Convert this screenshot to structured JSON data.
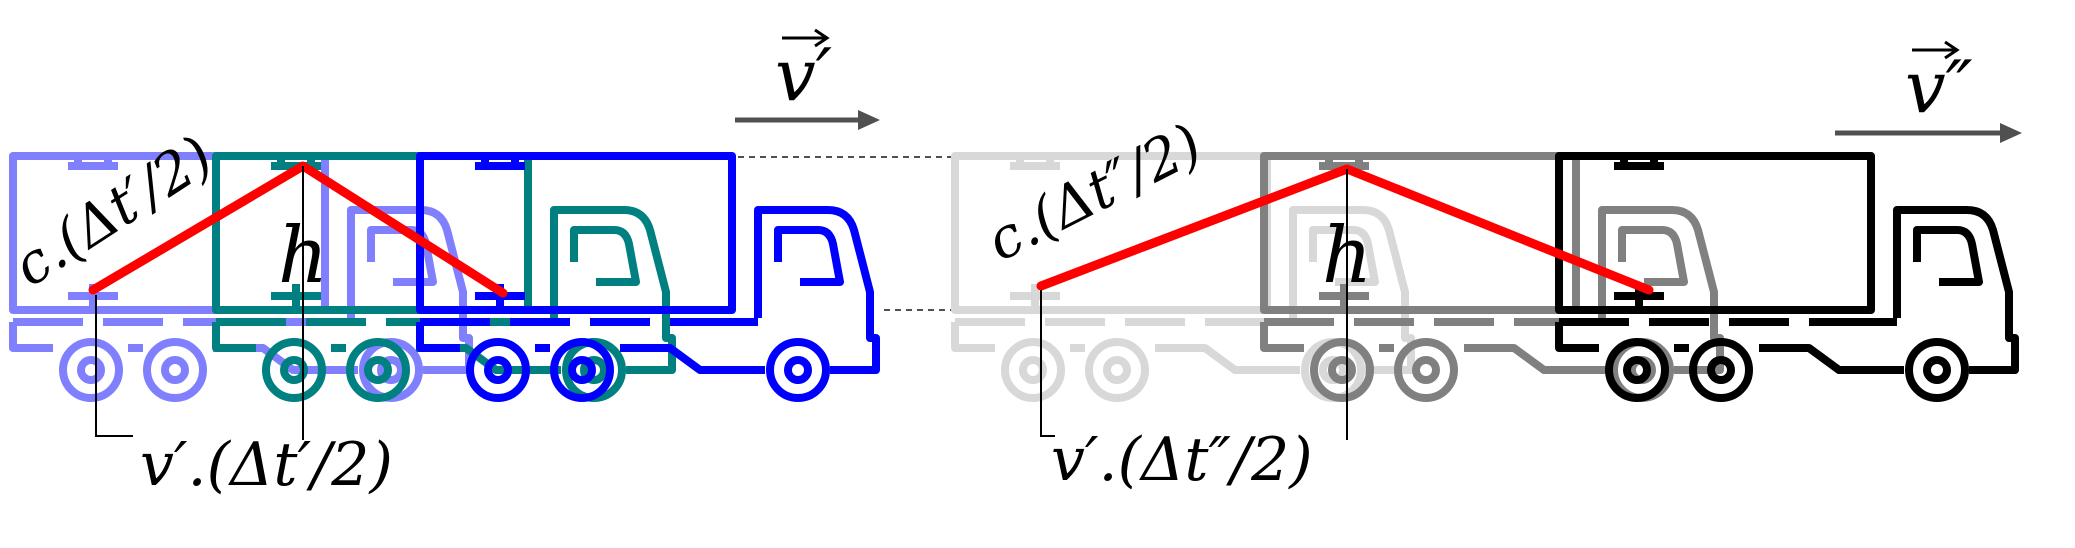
{
  "colors": {
    "beam": "#ff0000",
    "left_trucks": [
      "#8080ff",
      "#008080",
      "#0000ff"
    ],
    "right_trucks": [
      "#d8d8d8",
      "#808080",
      "#000000"
    ],
    "arrow": "#505050"
  },
  "left_scene": {
    "velocity_label": "v′",
    "light_path_label": "c.(Δt′/2)",
    "height_label": "h",
    "distance_label": "v′.(Δt′/2)"
  },
  "right_scene": {
    "velocity_label": "v″",
    "light_path_label": "c.(Δt″/2)",
    "height_label": "h",
    "distance_label": "v′.(Δt″/2)"
  }
}
